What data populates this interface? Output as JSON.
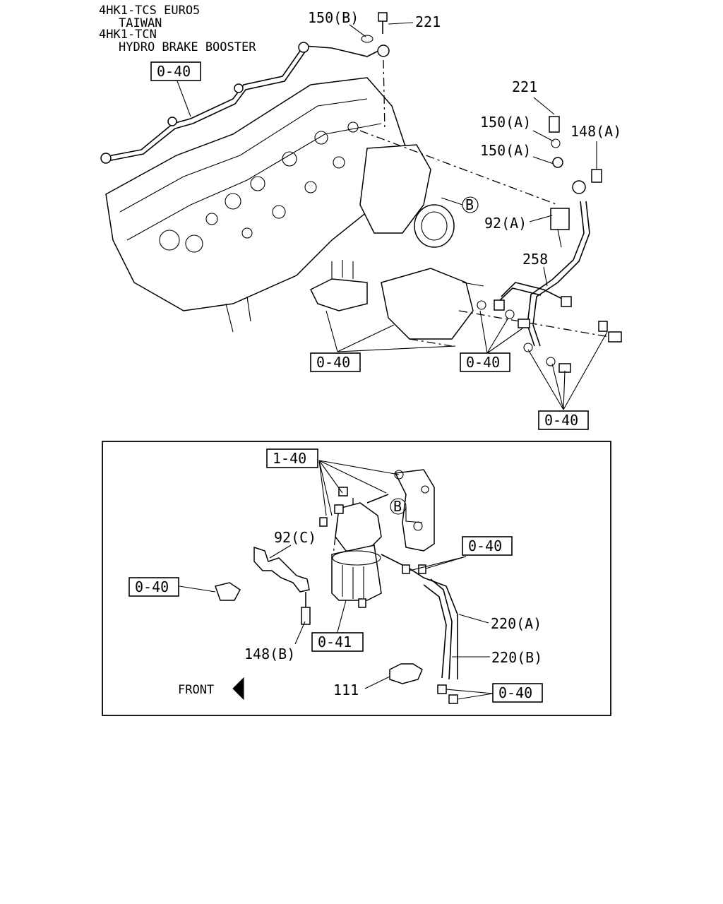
{
  "header": {
    "line1": "4HK1-TCS EURO5",
    "line2": "TAIWAN",
    "line3": "4HK1-TCN",
    "line4": "HYDRO BRAKE BOOSTER"
  },
  "upper": {
    "ref_0_40_a": "0-40",
    "ref_0_40_b": "0-40",
    "ref_0_40_c": "0-40",
    "ref_0_40_d": "0-40",
    "p150b": "150(B)",
    "p221_top": "221",
    "p221_right": "221",
    "p150a_1": "150(A)",
    "p150a_2": "150(A)",
    "p148a": "148(A)",
    "p92a": "92(A)",
    "p258": "258",
    "callout_b": "B"
  },
  "inset": {
    "ref_1_40": "1-40",
    "ref_0_40_pipe": "0-40",
    "ref_0_40_left": "0-40",
    "ref_0_40_bottom": "0-40",
    "ref_0_41": "0-41",
    "p92c": "92(C)",
    "p148b": "148(B)",
    "p220a": "220(A)",
    "p220b": "220(B)",
    "p111": "111",
    "front": "FRONT",
    "callout_b": "B"
  }
}
